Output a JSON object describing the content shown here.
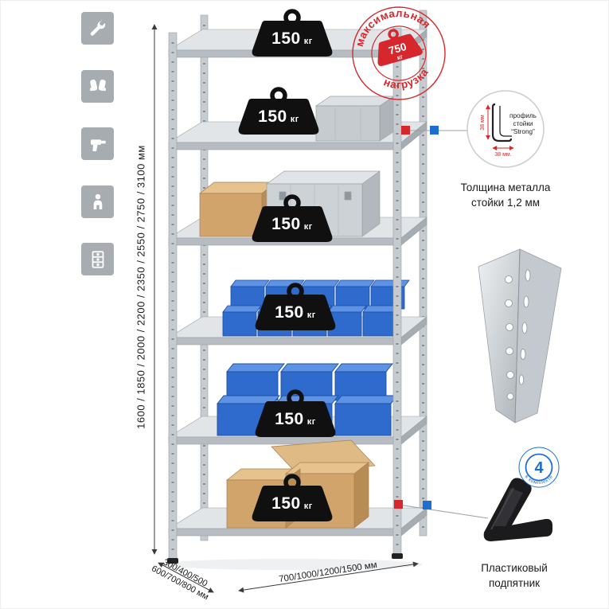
{
  "icons": [
    {
      "name": "wrench-icon"
    },
    {
      "name": "gloves-icon"
    },
    {
      "name": "drill-icon"
    },
    {
      "name": "person-icon"
    },
    {
      "name": "rack-icon"
    }
  ],
  "dimensions": {
    "height": "1600 / 1850 / 2000 / 2200 / 2350 / 2550 / 2750 / 3100 мм",
    "depth_line1": "300/400/500",
    "depth_line2": "600/700/800 мм",
    "width": "700/1000/1200/1500 мм"
  },
  "loads": [
    {
      "value": "150",
      "unit": "кг"
    },
    {
      "value": "150",
      "unit": "кг"
    },
    {
      "value": "150",
      "unit": "кг"
    },
    {
      "value": "150",
      "unit": "кг"
    },
    {
      "value": "150",
      "unit": "кг"
    },
    {
      "value": "150",
      "unit": "кг"
    }
  ],
  "stamp": {
    "arc_top": "максимальная",
    "arc_bottom": "нагрузка",
    "value": "750",
    "unit": "кг"
  },
  "profile": {
    "label_line1": "профиль",
    "label_line2": "стойки",
    "label_line3": "“Strong”",
    "dim_vertical": "38 мм",
    "dim_horizontal": "38 мм.",
    "caption_line1": "Толщина металла",
    "caption_line2": "стойки 1,2 мм"
  },
  "foot": {
    "badge_value": "4",
    "badge_arc": "в комплекте",
    "caption_line1": "Пластиковый",
    "caption_line2": "подпятник"
  },
  "colors": {
    "accent_red": "#d6272c",
    "accent_blue": "#1c6fd1",
    "icon_gray": "#a7acb0",
    "steel_light": "#dfe3e6",
    "bin_blue": "#2e6bcd",
    "cardboard": "#d1a46c"
  }
}
